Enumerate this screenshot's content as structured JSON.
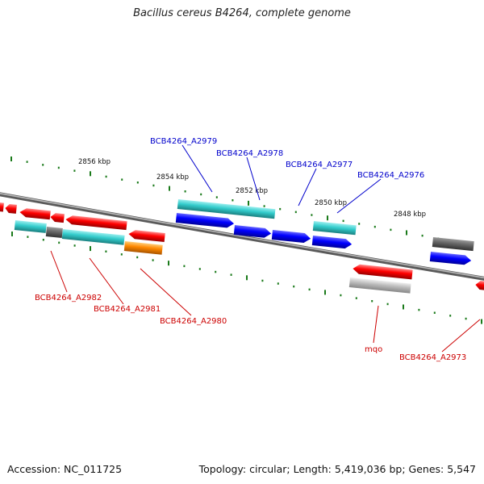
{
  "title": "Bacillus cereus B4264, complete genome",
  "footer": {
    "accession": "Accession: NC_011725",
    "summary": "Topology: circular; Length: 5,419,036 bp; Genes: 5,547"
  },
  "scale_labels": [
    "2856 kbp",
    "2854 kbp",
    "2852 kbp",
    "2850 kbp",
    "2848 kbp"
  ],
  "gene_labels": {
    "a2979": "BCB4264_A2979",
    "a2978": "BCB4264_A2978",
    "a2977": "BCB4264_A2977",
    "a2976": "BCB4264_A2976",
    "a2982": "BCB4264_A2982",
    "a2981": "BCB4264_A2981",
    "a2980": "BCB4264_A2980",
    "mqo": "mqo",
    "a2973": "BCB4264_A2973"
  },
  "colors": {
    "forward_label": "#0000cc",
    "reverse_label": "#cc0000",
    "red": "#ff0000",
    "blue": "#0000ff",
    "cyan": "#33cccc",
    "gray": "#666666",
    "orange": "#ff8800",
    "light_gray": "#bbbbbb",
    "tick": "#1a7a1a",
    "backbone": "#888888"
  }
}
